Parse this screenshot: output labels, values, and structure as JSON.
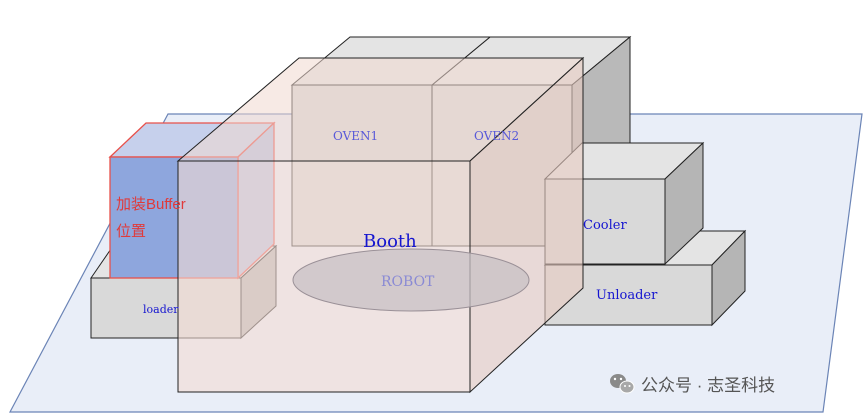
{
  "labels": {
    "buffer_line1": "加装Buffer",
    "buffer_line2": "位置",
    "loader": "loader",
    "oven1": "OVEN1",
    "oven2": "OVEN2",
    "booth": "Booth",
    "robot": "ROBOT",
    "cooler": "Cooler",
    "unloader": "Unloader"
  },
  "watermark": {
    "icon": "wechat-icon",
    "text": "公众号 · 志圣科技"
  },
  "colors": {
    "floor_fill": "#e9eef8",
    "floor_stroke": "#6b84b6",
    "box_front": "#d9d9d9",
    "box_top": "#e6e6e6",
    "box_side": "#b5b5b5",
    "buffer_front": "#8ea6dd",
    "buffer_stroke": "#e8504a",
    "booth_fill": "#f3dcd4",
    "robot_fill": "#c8c0c4",
    "label_blue": "#1515d0",
    "label_red": "#e03a3a",
    "watermark_text": "#555555"
  }
}
